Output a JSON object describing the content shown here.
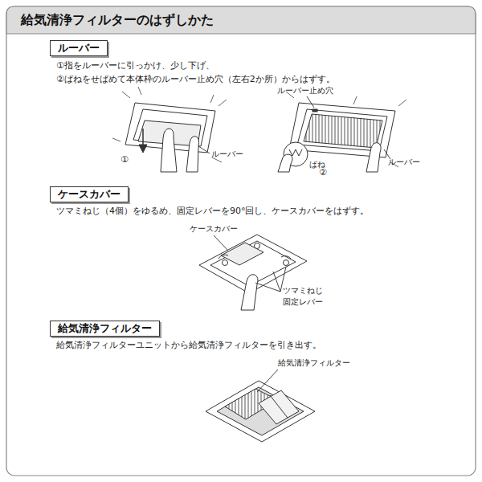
{
  "diagram": {
    "title": "給気清浄フィルターのはずしかた",
    "nodes": [
      {
        "text": [
          "ルーバー"
        ]
      },
      {
        "text": [
          "ケースカバー"
        ]
      },
      {
        "text": [
          "給気清浄フィルター"
        ]
      }
    ],
    "labels": [
      "①指をルーバーに引っかけ、少し下げ、",
      "②ばねをせばめて本体枠のルーバー止め穴（左右2か所）からはずす。",
      "①",
      "ルーバー",
      "ルーバー止め穴",
      "ばね",
      "②",
      "ルーバー",
      "ツマミねじ（4個）をゆるめ、固定レバーを90°回し、ケースカバーをはずす。",
      "ケースカバー",
      "ツマミねじ",
      "固定レバー",
      "給気清浄フィルターユニットから給気清浄フィルターを引き出す。",
      "給気清浄フィルター"
    ]
  }
}
